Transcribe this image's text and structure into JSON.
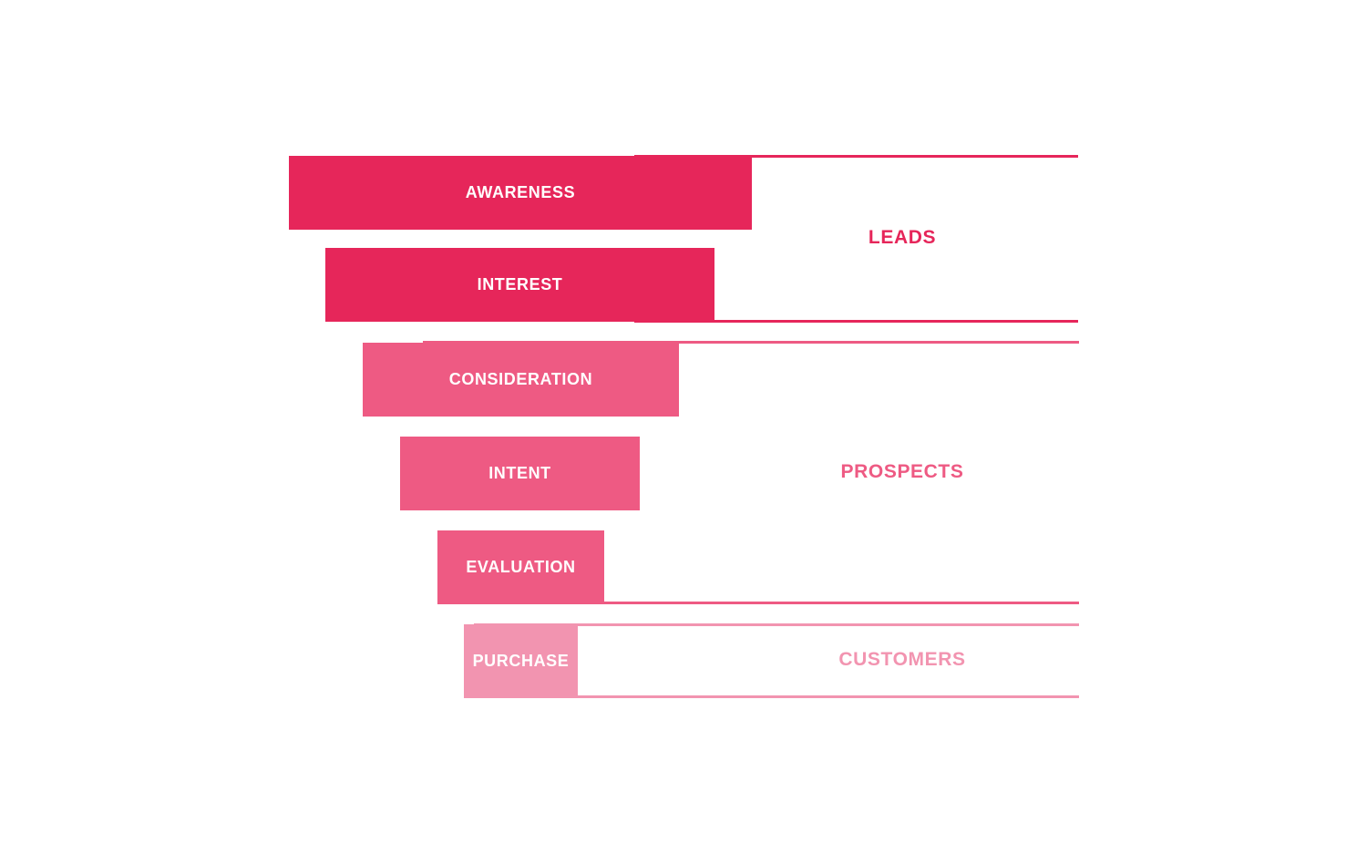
{
  "colors": {
    "leads": "#e6265a",
    "prospects": "#ee5a83",
    "customers": "#f294b0",
    "stage_text": "#ffffff"
  },
  "stages": [
    {
      "label": "AWARENESS",
      "group": "leads"
    },
    {
      "label": "INTEREST",
      "group": "leads"
    },
    {
      "label": "CONSIDERATION",
      "group": "prospects"
    },
    {
      "label": "INTENT",
      "group": "prospects"
    },
    {
      "label": "EVALUATION",
      "group": "prospects"
    },
    {
      "label": "PURCHASE",
      "group": "customers"
    }
  ],
  "groups": [
    {
      "key": "leads",
      "label": "LEADS"
    },
    {
      "key": "prospects",
      "label": "PROSPECTS"
    },
    {
      "key": "customers",
      "label": "CUSTOMERS"
    }
  ]
}
